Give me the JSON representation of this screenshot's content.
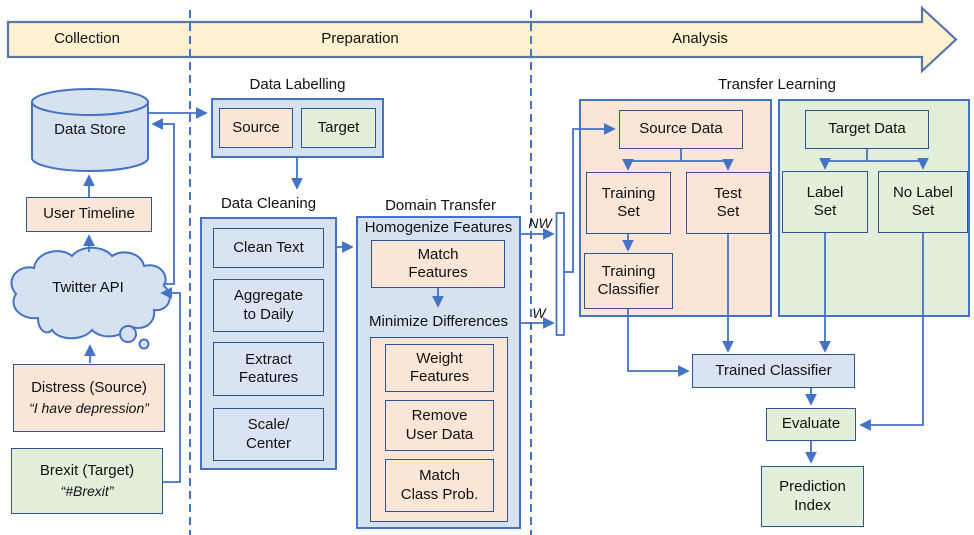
{
  "banner": {
    "phases": [
      {
        "label": "Collection"
      },
      {
        "label": "Preparation"
      },
      {
        "label": "Analysis"
      }
    ]
  },
  "collection": {
    "data_store_label": "Data Store",
    "user_timeline_label": "User Timeline",
    "twitter_api_label": "Twitter API",
    "distress": {
      "title": "Distress (Source)",
      "quote": "“I have depression”"
    },
    "brexit": {
      "title": "Brexit (Target)",
      "quote": "“#Brexit”"
    }
  },
  "preparation": {
    "data_labelling": {
      "title": "Data Labelling",
      "source_label": "Source",
      "target_label": "Target"
    },
    "data_cleaning": {
      "title": "Data Cleaning",
      "steps": [
        "Clean Text",
        "Aggregate\nto Daily",
        "Extract\nFeatures",
        "Scale/\nCenter"
      ]
    },
    "domain_transfer": {
      "title": "Domain Transfer",
      "homogenize_label": "Homogenize Features",
      "match_features_label": "Match\nFeatures",
      "minimize_label": "Minimize Differences",
      "steps": [
        "Weight\nFeatures",
        "Remove\nUser Data",
        "Match\nClass Prob."
      ]
    },
    "weight_labels": {
      "nw": "NW",
      "w": "W"
    }
  },
  "analysis": {
    "transfer_learning_title": "Transfer Learning",
    "source_data_label": "Source Data",
    "training_set_label": "Training\nSet",
    "test_set_label": "Test\nSet",
    "training_classifier_label": "Training\nClassifier",
    "target_data_label": "Target Data",
    "label_set_label": "Label\nSet",
    "no_label_set_label": "No Label\nSet",
    "trained_classifier_label": "Trained Classifier",
    "evaluate_label": "Evaluate",
    "prediction_index_label": "Prediction\nIndex"
  },
  "colors": {
    "line_blue": "#4472C4",
    "box_border_dark": "#2F5597",
    "light_blue_fill": "#DAE3F3",
    "container_blue_fill": "#D6E2F0",
    "peach_fill": "#FBE5D6",
    "green_fill": "#E2EFDA",
    "banner_fill": "#FDF2CF",
    "banner_border": "#5A74A8"
  }
}
